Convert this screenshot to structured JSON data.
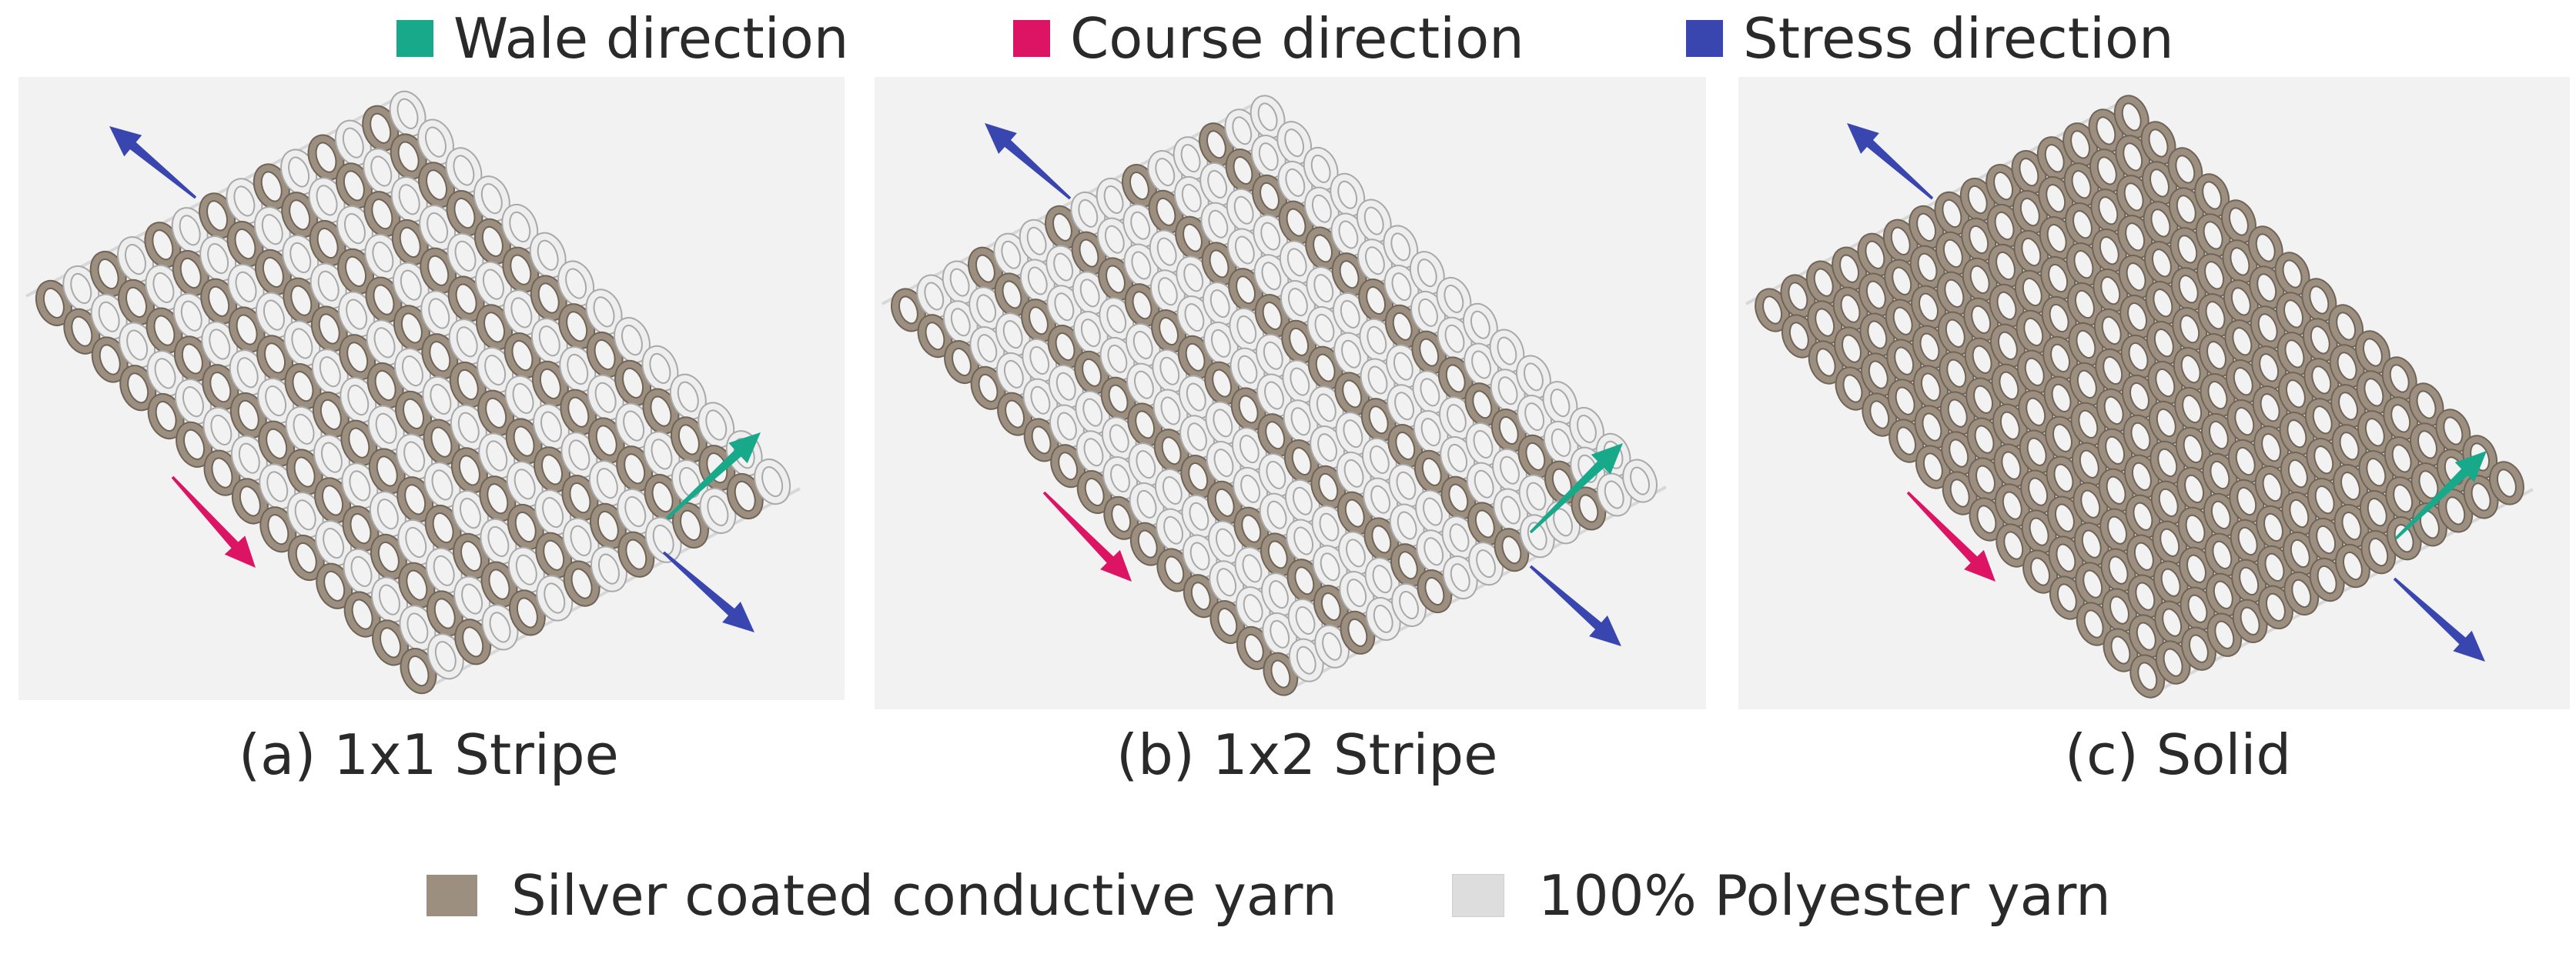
{
  "colors": {
    "wale": "#18a88a",
    "course": "#dc1463",
    "stress": "#3a46b0",
    "conductive": "#9c8f80",
    "polyester": "#dddddd",
    "panel_bg": "#f2f2f2"
  },
  "direction_legend": [
    {
      "label": "Wale direction",
      "color": "#18a88a"
    },
    {
      "label": "Course direction",
      "color": "#dc1463"
    },
    {
      "label": "Stress direction",
      "color": "#3a46b0"
    }
  ],
  "panels": [
    {
      "caption": "(a) 1x1 Stripe",
      "pattern": "1x1 stripe"
    },
    {
      "caption": "(b) 1x2 Stripe",
      "pattern": "1x2 stripe"
    },
    {
      "caption": "(c) Solid",
      "pattern": "solid"
    }
  ],
  "yarn_legend": [
    {
      "label": "Silver coated conductive yarn",
      "color": "#9c8f80"
    },
    {
      "label": "100% Polyester yarn",
      "color": "#dddddd"
    }
  ]
}
